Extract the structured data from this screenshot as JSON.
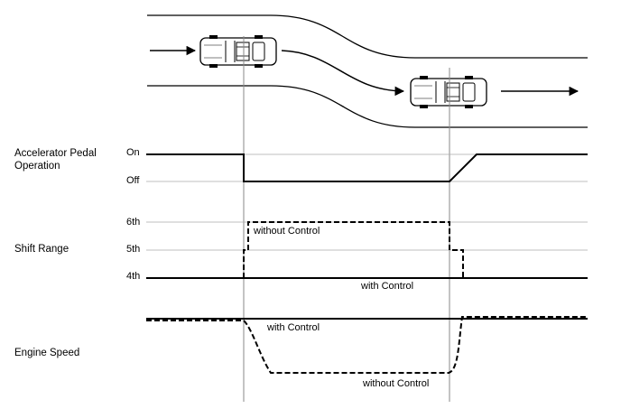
{
  "rows": {
    "accelerator_label": "Accelerator Pedal Operation",
    "shift_label": "Shift Range",
    "engine_label": "Engine Speed"
  },
  "pedal_levels": {
    "on": "On",
    "off": "Off"
  },
  "shift_levels": {
    "sixth": "6th",
    "fifth": "5th",
    "fourth": "4th"
  },
  "annotations": {
    "shift_without": "without Control",
    "shift_with": "with Control",
    "engine_with": "with Control",
    "engine_without": "without Control"
  },
  "legend_styles": {
    "with_control": "solid",
    "without_control": "dashed"
  },
  "colors": {
    "line": "#000000",
    "grid": "#999999"
  },
  "icons": {
    "vehicle": "pickup-truck-icon",
    "arrow": "arrow-right-icon"
  }
}
